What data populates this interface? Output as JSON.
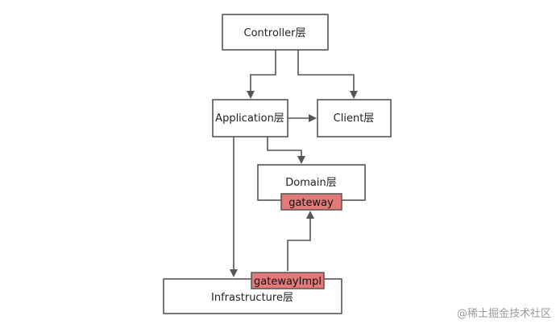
{
  "diagram": {
    "boxes": {
      "controller": "Controller层",
      "application": "Application层",
      "client": "Client层",
      "domain": "Domain层",
      "infrastructure": "Infrastructure层"
    },
    "tags": {
      "gateway": "gateway",
      "gateway_impl": "gatewayImpl"
    },
    "colors": {
      "box_border": "#4a4a4a",
      "arrow": "#555555",
      "tag_fill": "#e27a7a",
      "tag_border": "#555555"
    }
  },
  "watermark": "@稀土掘金技术社区"
}
